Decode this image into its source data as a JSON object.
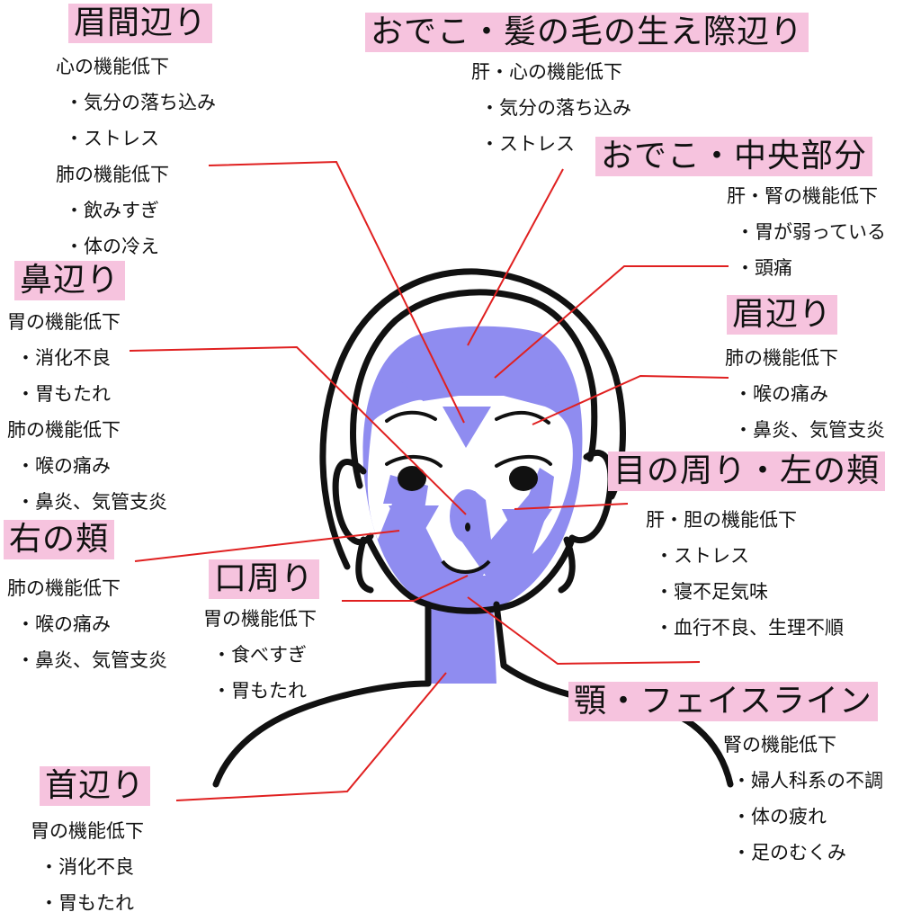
{
  "colors": {
    "highlight": "#f6c3de",
    "zone": "#8f8cf0",
    "leader": "#e02020",
    "outline": "#111111"
  },
  "labels": {
    "brow_between": {
      "title": "眉間辺り",
      "groups": [
        {
          "heading": "心の機能低下",
          "items": [
            "・気分の落ち込み",
            "・ストレス"
          ]
        },
        {
          "heading": "肺の機能低下",
          "items": [
            "・飲みすぎ",
            "・体の冷え"
          ]
        }
      ]
    },
    "forehead_hairline": {
      "title": "おでこ・髪の毛の生え際辺り",
      "groups": [
        {
          "heading": "肝・心の機能低下",
          "items": [
            "・気分の落ち込み",
            "・ストレス"
          ]
        }
      ]
    },
    "forehead_center": {
      "title": "おでこ・中央部分",
      "groups": [
        {
          "heading": "肝・腎の機能低下",
          "items": [
            "・胃が弱っている",
            "・頭痛"
          ]
        }
      ]
    },
    "nose": {
      "title": "鼻辺り",
      "groups": [
        {
          "heading": "胃の機能低下",
          "items": [
            "・消化不良",
            "・胃もたれ"
          ]
        },
        {
          "heading": "肺の機能低下",
          "items": [
            "・喉の痛み",
            "・鼻炎、気管支炎"
          ]
        }
      ]
    },
    "eyebrow": {
      "title": "眉辺り",
      "groups": [
        {
          "heading": "肺の機能低下",
          "items": [
            "・喉の痛み",
            "・鼻炎、気管支炎"
          ]
        }
      ]
    },
    "eye_left_cheek": {
      "title": "目の周り・左の頬",
      "groups": [
        {
          "heading": "肝・胆の機能低下",
          "items": [
            "・ストレス",
            "・寝不足気味",
            "・血行不良、生理不順"
          ]
        }
      ]
    },
    "right_cheek": {
      "title": "右の頬",
      "groups": [
        {
          "heading": "肺の機能低下",
          "items": [
            "・喉の痛み",
            "・鼻炎、気管支炎"
          ]
        }
      ]
    },
    "mouth": {
      "title": "口周り",
      "groups": [
        {
          "heading": "胃の機能低下",
          "items": [
            "・食べすぎ",
            "・胃もたれ"
          ]
        }
      ]
    },
    "jaw": {
      "title": "顎・フェイスライン",
      "groups": [
        {
          "heading": "腎の機能低下",
          "items": [
            "・婦人科系の不調",
            "・体の疲れ",
            "・足のむくみ"
          ]
        }
      ]
    },
    "neck": {
      "title": "首辺り",
      "groups": [
        {
          "heading": "胃の機能低下",
          "items": [
            "・消化不良",
            "・胃もたれ"
          ]
        }
      ]
    }
  }
}
